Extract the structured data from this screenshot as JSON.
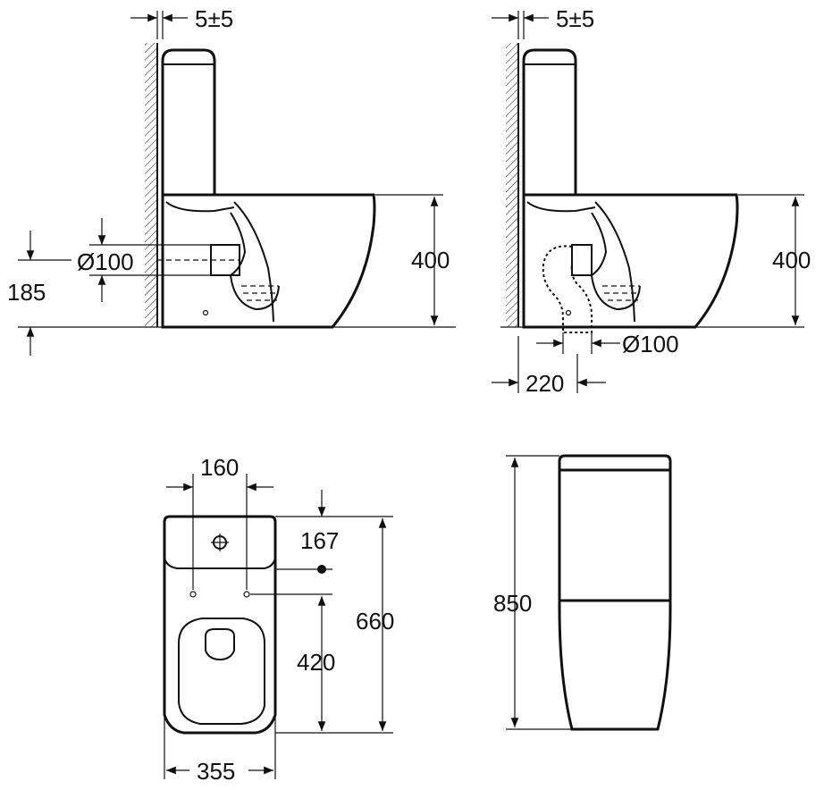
{
  "side_view_1": {
    "wall_gap": "5±5",
    "outlet_diameter": "Ø100",
    "outlet_height": "185",
    "seat_height": "400"
  },
  "side_view_2": {
    "wall_gap": "5±5",
    "seat_height": "400",
    "outlet_diameter": "Ø100",
    "outlet_offset": "220"
  },
  "top_view": {
    "fixing_spacing": "160",
    "fixing_offset": "167",
    "bowl_to_fixing": "420",
    "total_depth": "660",
    "width": "355"
  },
  "front_view": {
    "total_height": "850"
  },
  "colors": {
    "line": "#111111",
    "background": "#ffffff"
  }
}
